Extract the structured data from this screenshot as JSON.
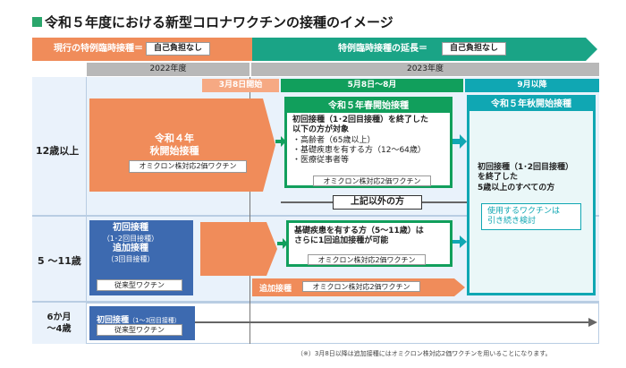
{
  "title": "令和５年度における新型コロナワクチンの接種のイメージ",
  "phases": {
    "current_label": "現行の特例臨時接種＝",
    "current_tag": "自己負担なし",
    "extension_label": "特例臨時接種の延長＝",
    "extension_tag": "自己負担なし"
  },
  "years": {
    "fy2022": "2022年度",
    "fy2023": "2023年度"
  },
  "periods": {
    "march": "3月8日開始",
    "may_aug": "5月8日～8月",
    "sept": "9月以降"
  },
  "age_groups": {
    "age12": "12歳以上",
    "age5": "5 ～11歳",
    "age6m_line1": "6か月",
    "age6m_line2": "～4歳"
  },
  "boxes": {
    "autumn2022_title1": "令和４年",
    "autumn2022_title2": "秋開始接種",
    "bivalent": "オミクロン株対応2価ワクチン",
    "spring_title": "令和５年春開始接種",
    "spring_text1": "初回接種（1･2回目接種）を終了した",
    "spring_text2": "以下の方が対象",
    "spring_list": [
      "・高齢者（65歳以上）",
      "・基礎疾患を有する方（12～64歳）",
      "・医療従事者等"
    ],
    "other_people": "上記以外の方",
    "autumn2023_title": "令和５年秋開始接種",
    "autumn2023_text1": "初回接種（1･2回目接種）",
    "autumn2023_text2": "を終了した",
    "autumn2023_text3": "5歳以上のすべての方",
    "vaccine_tbd1": "使用するワクチンは",
    "vaccine_tbd2": "引き続き検討",
    "child_primary": "初回接種",
    "child_primary_sub": "（1･2回目接種）",
    "child_booster": "追加接種",
    "child_booster_sub": "（3回目接種）",
    "conventional": "従来型ワクチン",
    "child5_text1": "基礎疾患を有する方（5～11歳）は",
    "child5_text2": "さらに1回追加接種が可能",
    "booster_label": "追加接種",
    "infant_primary": "初回接種",
    "infant_primary_sub": "（1～3回目接種）"
  },
  "footnote": "（※）3月8日以降は追加接種にはオミクロン株対応2価ワクチンを用いることになります。",
  "colors": {
    "green": "#119f5c",
    "teal": "#10a7b3",
    "orange": "#f08c5a",
    "lightorange": "#f6a983",
    "blue": "#3d6ab0",
    "rowbg": "#e9f2fb",
    "grey": "#b8b8b8"
  }
}
